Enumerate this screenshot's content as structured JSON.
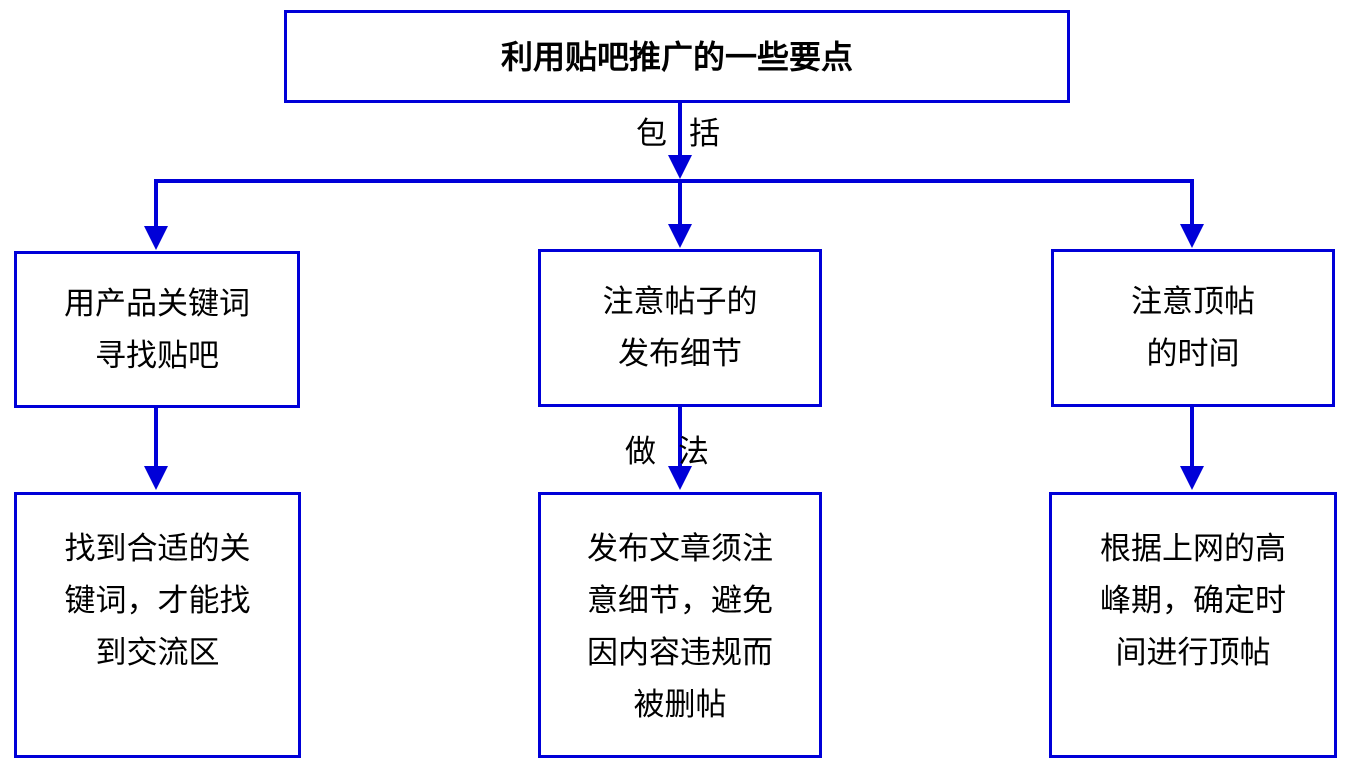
{
  "title": "利用贴吧推广的一些要点",
  "edge_labels": {
    "include": "包括",
    "method": "做法"
  },
  "level1": [
    {
      "lines": [
        "用产品关键词",
        "寻找贴吧"
      ]
    },
    {
      "lines": [
        "注意帖子的",
        "发布细节"
      ]
    },
    {
      "lines": [
        "注意顶帖",
        "的时间"
      ]
    }
  ],
  "level2": [
    {
      "lines": [
        "找到合适的关",
        "键词，才能找",
        "到交流区"
      ]
    },
    {
      "lines": [
        "发布文章须注",
        "意细节，避免",
        "因内容违规而",
        "被删帖"
      ]
    },
    {
      "lines": [
        "根据上网的高",
        "峰期，确定时",
        "间进行顶帖"
      ]
    }
  ],
  "colors": {
    "line": "#0000d8",
    "border": "#0000d8",
    "text": "#000000"
  }
}
